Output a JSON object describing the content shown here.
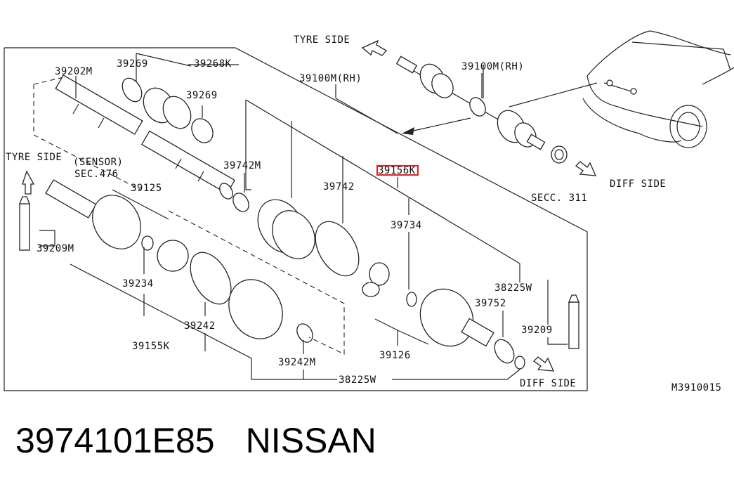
{
  "diagram": {
    "labels": {
      "tyre_side_top": "TYRE SIDE",
      "tyre_side_left": "TYRE SIDE",
      "diff_side_top": "DIFF SIDE",
      "diff_side_bottom": "DIFF SIDE",
      "p39100m_rh_top": "39100M(RH)",
      "p39100m_rh": "39100M(RH)",
      "sec311": "SECC. 311",
      "p39202m": "39202M",
      "p39269a": "39269",
      "p39268k": "39268K",
      "p39269b": "39269",
      "sensor": "(SENSOR)",
      "sec476": "SEC.476",
      "p39125": "39125",
      "p39742m": "39742M",
      "p39742": "39742",
      "p3915xk": "39156K",
      "p39734": "39734",
      "p39209m": "39209M",
      "p39234": "39234",
      "p39242": "39242",
      "p39155k": "39155K",
      "p39242m": "39242M",
      "p38225w_bottom": "38225W",
      "p39126": "39126",
      "p39752": "39752",
      "p38225w_right": "38225W",
      "p39209": "39209",
      "ref_code": "M3910015"
    },
    "highlight_color": "#e02020"
  },
  "caption": {
    "part_number": "3974101E85",
    "brand": "NISSAN"
  }
}
